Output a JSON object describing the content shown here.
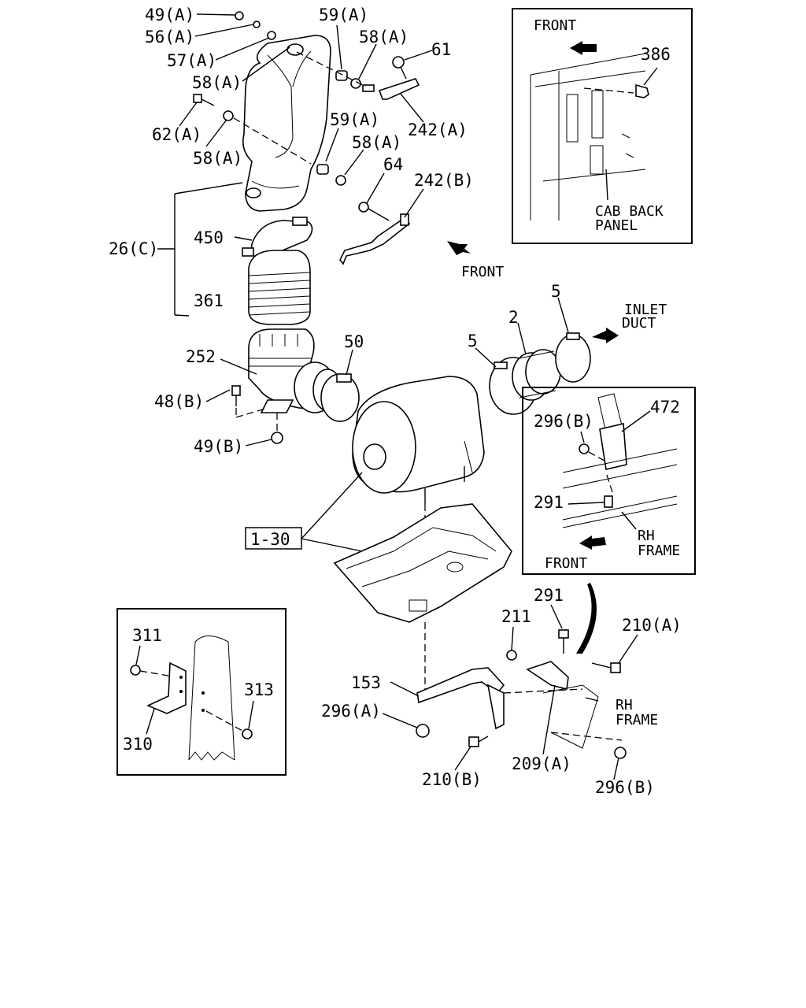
{
  "callouts": {
    "c49a": "49(A)",
    "c56a": "56(A)",
    "c57a": "57(A)",
    "c58a_1": "58(A)",
    "c62a": "62(A)",
    "c58a_2": "58(A)",
    "c59a_1": "59(A)",
    "c58a_3": "58(A)",
    "c61": "61",
    "c242a": "242(A)",
    "c59a_2": "59(A)",
    "c58a_4": "58(A)",
    "c64": "64",
    "c242b": "242(B)",
    "c26c": "26(C)",
    "c450": "450",
    "c361": "361",
    "c252": "252",
    "c50": "50",
    "c48b": "48(B)",
    "c49b": "49(B)",
    "c5_left": "5",
    "c2": "2",
    "c5_right": "5",
    "c1_30": "1-30",
    "c311": "311",
    "c313": "313",
    "c310": "310",
    "c211": "211",
    "c291_main": "291",
    "c210a": "210(A)",
    "c153": "153",
    "c296a": "296(A)",
    "c210b": "210(B)",
    "c209a": "209(A)",
    "c296b_main": "296(B)",
    "c386": "386",
    "c296b_inset": "296(B)",
    "c472": "472",
    "c291_inset": "291"
  },
  "notes": {
    "front_main": "FRONT",
    "inlet_duct_1": "INLET",
    "inlet_duct_2": "DUCT",
    "rh_frame_main_1": "RH",
    "rh_frame_main_2": "FRAME"
  },
  "inset_cab": {
    "front": "FRONT",
    "label_1": "CAB BACK",
    "label_2": "PANEL"
  },
  "inset_frame": {
    "rh": "RH",
    "frame": "FRAME",
    "front": "FRONT"
  }
}
